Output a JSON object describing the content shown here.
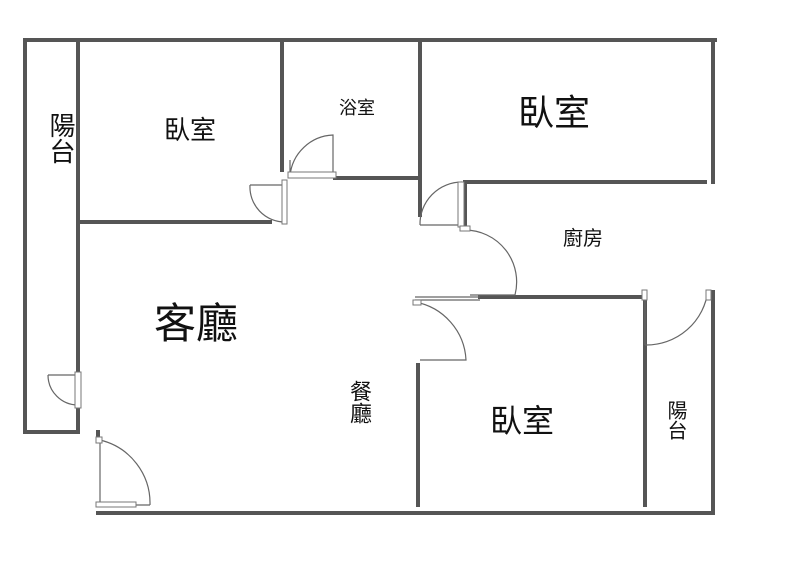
{
  "rooms": {
    "balcony_left": "陽台",
    "bedroom_top_left": "臥室",
    "bathroom": "浴室",
    "bedroom_top_right": "臥室",
    "kitchen": "廚房",
    "living_room": "客廳",
    "dining_room": "餐廳",
    "bedroom_bottom": "臥室",
    "balcony_right": "陽台"
  },
  "colors": {
    "wall": "#555555",
    "door": "#666666"
  }
}
